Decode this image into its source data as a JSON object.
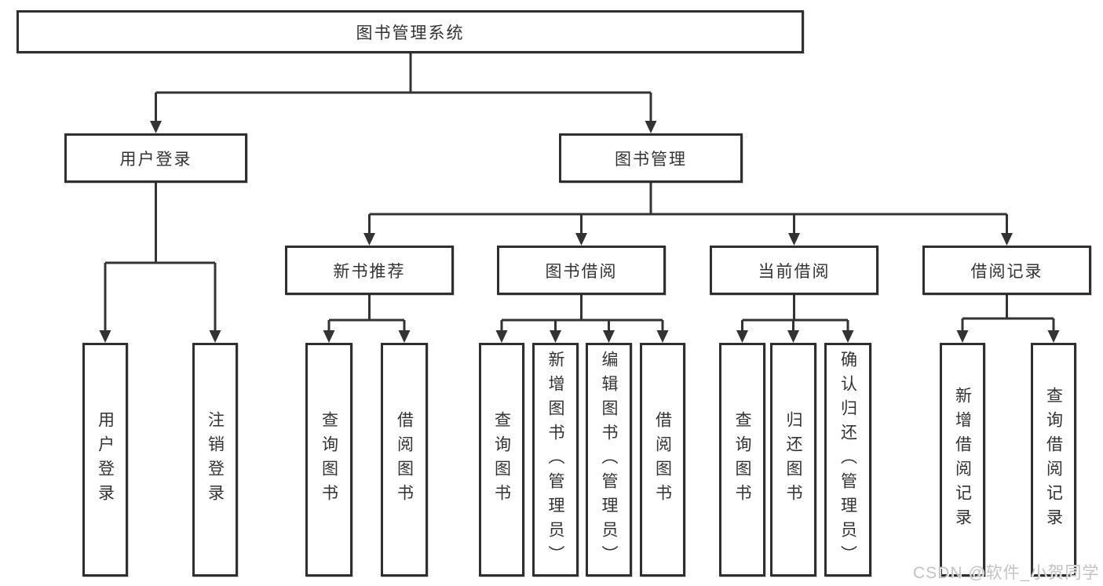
{
  "diagram": {
    "title": "图书管理系统",
    "root": "图书管理系统",
    "user_login": {
      "label": "用户登录",
      "children": [
        "用户登录",
        "注销登录"
      ]
    },
    "book_management": {
      "label": "图书管理",
      "groups": [
        {
          "label": "新书推荐",
          "children": [
            "查询图书",
            "借阅图书"
          ]
        },
        {
          "label": "图书借阅",
          "children": [
            "查询图书",
            "新增图书（管理员）",
            "编辑图书（管理员）",
            "借阅图书"
          ]
        },
        {
          "label": "当前借阅",
          "children": [
            "查询图书",
            "归还图书",
            "确认归还（管理员）"
          ]
        },
        {
          "label": "借阅记录",
          "children": [
            "新增借阅记录",
            "查询借阅记录"
          ]
        }
      ]
    }
  },
  "watermark": "CSDN @软件_小贺同学",
  "colors": {
    "line": "#333333",
    "box_border": "#2f2f2f",
    "box_fill": "#ffffff",
    "text": "#333333",
    "watermark": "#c3c3c3",
    "background": "#ffffff"
  }
}
